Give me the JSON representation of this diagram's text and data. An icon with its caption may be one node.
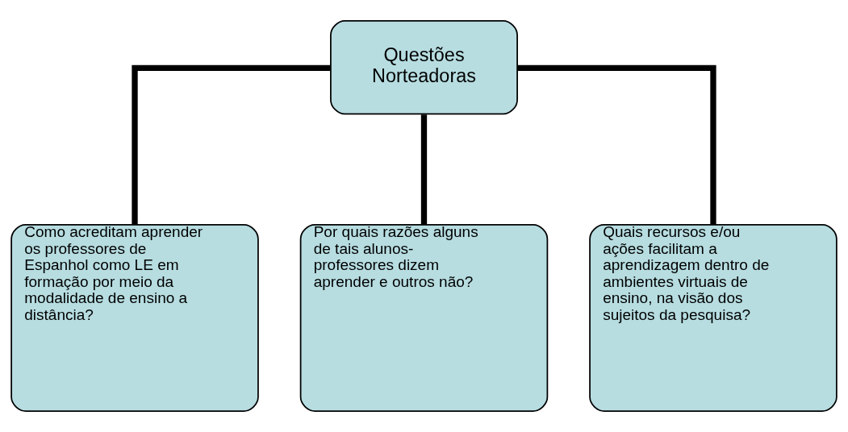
{
  "diagram": {
    "nodes": [
      {
        "text": [
          "Questões Norteadoras"
        ]
      },
      {
        "text": [
          "Como acreditam aprender os professores de Espanhol como LE em formação por meio da modalidade de ensino a distância?"
        ]
      },
      {
        "text": [
          "Por quais razões alguns de tais alunos-professores dizem aprender e outros não?"
        ]
      },
      {
        "text": [
          "Quais recursos e/ou ações facilitam a aprendizagem dentro de ambientes virtuais de ensino, na visão dos sujeitos da pesquisa?"
        ]
      }
    ],
    "edges": [
      {
        "from": 0,
        "to": 1,
        "arrow": "none"
      },
      {
        "from": 0,
        "to": 2,
        "arrow": "none"
      },
      {
        "from": 0,
        "to": 3,
        "arrow": "none"
      }
    ]
  }
}
